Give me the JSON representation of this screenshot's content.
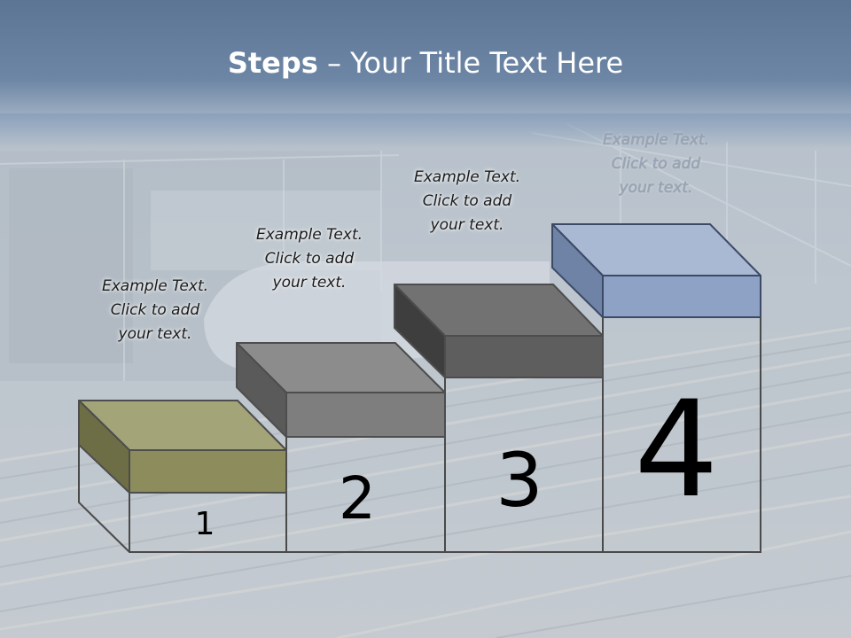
{
  "slide": {
    "title_bold": "Steps",
    "title_rest": " – Your Title Text Here"
  },
  "steps": [
    {
      "number": "1",
      "line1": "Example Text.",
      "line2": "Click  to add",
      "line3": "your text.",
      "color": "#8c8c5c"
    },
    {
      "number": "2",
      "line1": "Example Text.",
      "line2": "Click  to add",
      "line3": "your text.",
      "color": "#7e7e7e"
    },
    {
      "number": "3",
      "line1": "Example Text.",
      "line2": "Click  to add",
      "line3": "your text.",
      "color": "#5e5e5e"
    },
    {
      "number": "4",
      "line1": "Example Text.",
      "line2": "Click  to add",
      "line3": "your text.",
      "color": "#8da2c4"
    }
  ],
  "colors": {
    "header_band": "#5f7897",
    "photo_overlay": "#c6cfd8"
  }
}
